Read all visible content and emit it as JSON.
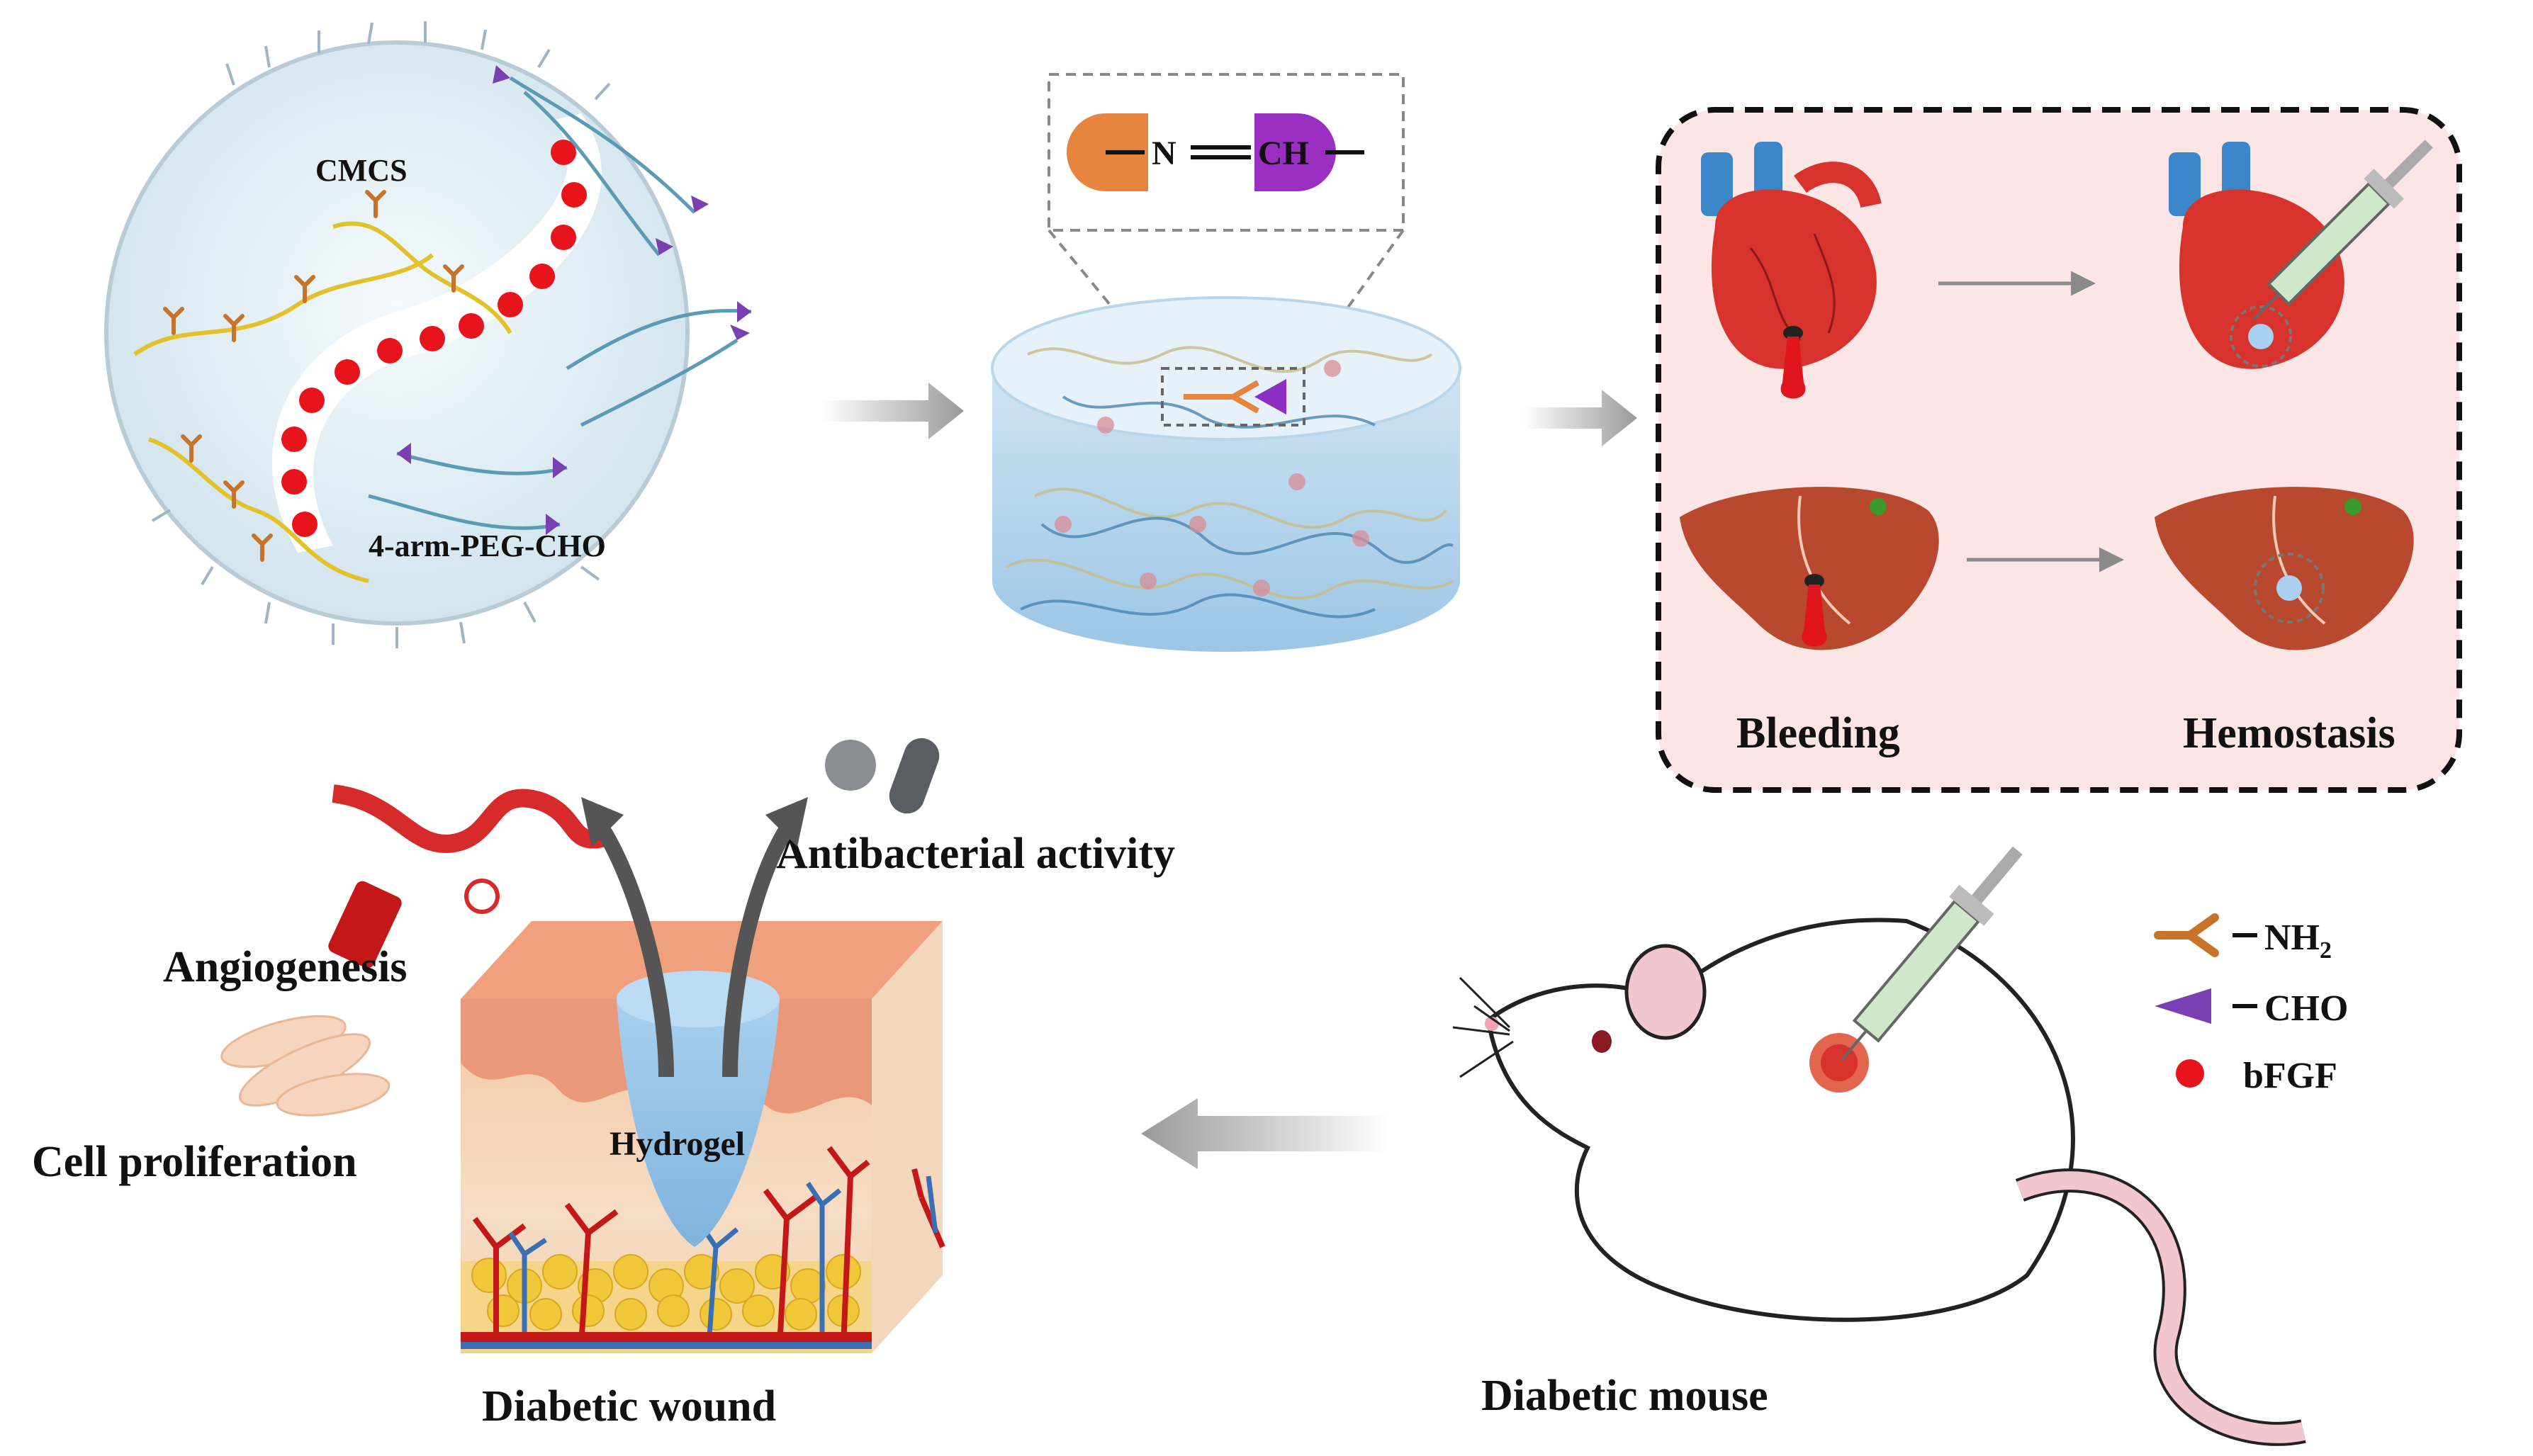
{
  "labels": {
    "cmcs": "CMCS",
    "peg": "4-arm-PEG-CHO",
    "bond_n": "N",
    "bond_ch": "CH",
    "bleeding": "Bleeding",
    "hemostasis": "Hemostasis",
    "antibacterial": "Antibacterial activity",
    "angiogenesis": "Angiogenesis",
    "cell_proliferation": "Cell proliferation",
    "hydrogel": "Hydrogel",
    "diabetic_wound": "Diabetic wound",
    "diabetic_mouse": "Diabetic mouse"
  },
  "legend": {
    "amine": "NH",
    "amine_sub": "2",
    "aldehyde": "CHO",
    "growth_factor": "bFGF"
  },
  "colors": {
    "cmcs_chain": "#e3c12a",
    "amine_group": "#c8732a",
    "peg_chain": "#5b9bb5",
    "aldehyde_group": "#7a3fb0",
    "bfgf": "#e8141c",
    "blood": "#e0141c",
    "organ_liver": "#b8482e",
    "heart": "#d8322c",
    "hydrogel": "#8fbfe0",
    "panel_bg": "#fbe5e5"
  }
}
